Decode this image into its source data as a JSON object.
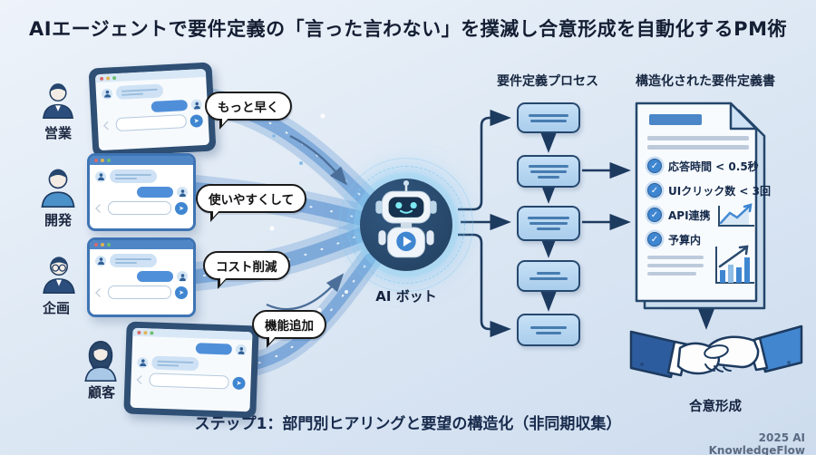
{
  "title": "AIエージェントで要件定義の「言った言わない」を撲滅し合意形成を自動化するPM術",
  "personas": [
    {
      "label": "営業",
      "request": "もっと早く"
    },
    {
      "label": "開発",
      "request": "使いやすくして"
    },
    {
      "label": "企画",
      "request": "コスト削減"
    },
    {
      "label": "顧客",
      "request": "機能追加"
    }
  ],
  "bot": {
    "label": "AI ボット"
  },
  "process": {
    "title": "要件定義プロセス"
  },
  "document": {
    "title": "構造化された要件定義書",
    "checklist": [
      "応答時間 < 0.5秒",
      "UIクリック数 < 3回",
      "API連携",
      "予算内"
    ]
  },
  "outcome": {
    "label": "合意形成"
  },
  "caption": "ステップ1：部門別ヒアリングと要望の構造化（非同期収集）",
  "credit": "2025 AI KnowledgeFlow",
  "icons": {
    "check": "✓",
    "send": "➤"
  },
  "colors": {
    "accent_blue": "#3f86d1",
    "navy": "#1d3a5f",
    "light_blue": "#cfe2f5",
    "background": "#dde8f4"
  }
}
